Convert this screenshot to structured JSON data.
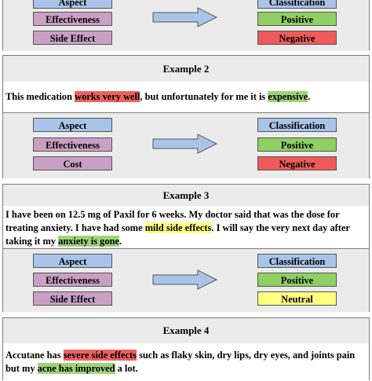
{
  "example1": {
    "rows": [
      {
        "left": "Aspect",
        "right": "Classification"
      },
      {
        "left": "Effectiveness",
        "right": "Positive"
      },
      {
        "left": "Side Effect",
        "right": "Negative"
      }
    ]
  },
  "example2": {
    "title": "Example 2",
    "text": {
      "p1": "This medication ",
      "h1": "works very well",
      "p2": ", but unfortunately for me it is ",
      "h2": "expensive",
      "p3": "."
    },
    "rows": [
      {
        "left": "Aspect",
        "right": "Classification"
      },
      {
        "left": "Effectiveness",
        "right": "Positive"
      },
      {
        "left": "Cost",
        "right": "Negative"
      }
    ]
  },
  "example3": {
    "title": "Example 3",
    "text": {
      "line1": "I have been on 12.5 mg of Paxil for 6 weeks. My doctor said that was the dose for",
      "line2_p1": "treating anxiety. I have had some ",
      "line2_h1": "mild side effects",
      "line2_p2": ". I will say the very next day after",
      "line3_p1": "taking it my ",
      "line3_h1": "anxiety is gone",
      "line3_p2": "."
    },
    "rows": [
      {
        "left": "Aspect",
        "right": "Classification"
      },
      {
        "left": "Effectiveness",
        "right": "Positive"
      },
      {
        "left": "Side Effect",
        "right": "Neutral"
      }
    ]
  },
  "example4": {
    "title": "Example 4",
    "text": {
      "line1_p1": "Accutane has ",
      "line1_h1": "severe side effects",
      "line1_p2": " such as flaky skin, dry lips, dry eyes, and joints pain",
      "line2_p1": "but my ",
      "line2_h1": "acne has improved",
      "line2_p2": " a lot."
    }
  },
  "colors": {
    "aspect": "#a9c4e8",
    "effectiveness": "#c9a0c4",
    "positive": "#8fcf63",
    "negative": "#f05a5a",
    "neutral": "#ffff80"
  }
}
